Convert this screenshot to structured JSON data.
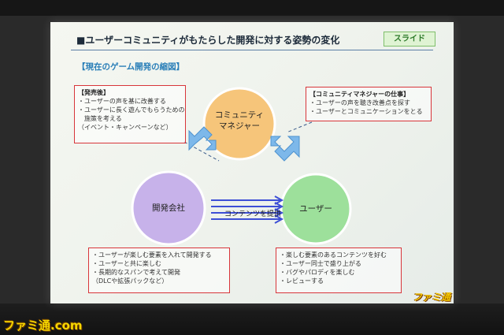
{
  "slide": {
    "title": "■ユーザーコミュニティがもたらした開発に対する姿勢の変化",
    "tag": "スライド",
    "subtitle": "【現在のゲーム開発の縮図】"
  },
  "circles": {
    "community_manager": [
      "コミュニティ",
      "マネジャー"
    ],
    "dev_company": "開発会社",
    "users": "ユーザー"
  },
  "flow_label": "コンテンツを提供",
  "notes": {
    "after_release": {
      "head": "【発売後】",
      "lines": [
        "・ユーザーの声を基に改善する",
        "・ユーザーに長く遊んでもらうための",
        "　施策を考える",
        "（イベント・キャンペーンなど）"
      ]
    },
    "cm_job": {
      "head": "【コミュニティマネジャーの仕事】",
      "lines": [
        "・ユーザーの声を聴き改善点を探す",
        "・ユーザーとコミュニケーションをとる"
      ]
    },
    "dev": {
      "lines": [
        "・ユーザーが楽しむ要素を入れて開発する",
        "・ユーザーと共に楽しむ",
        "・長期的なスパンで考えて開発",
        "（DLCや拡張パックなど）"
      ]
    },
    "users": {
      "lines": [
        "・楽しむ要素のあるコンテンツを好む",
        "・ユーザー同士で盛り上がる",
        "・バグやパロディを楽しむ",
        "・レビューする"
      ]
    }
  },
  "colors": {
    "cm_circle": "#f6c57a",
    "dev_circle": "#c7b2ea",
    "user_circle": "#9de09b",
    "note_border": "#d8353a",
    "arrow": "#7db8ea"
  },
  "slide_logo": "ファミ通",
  "watermark": "ファミ通.com"
}
